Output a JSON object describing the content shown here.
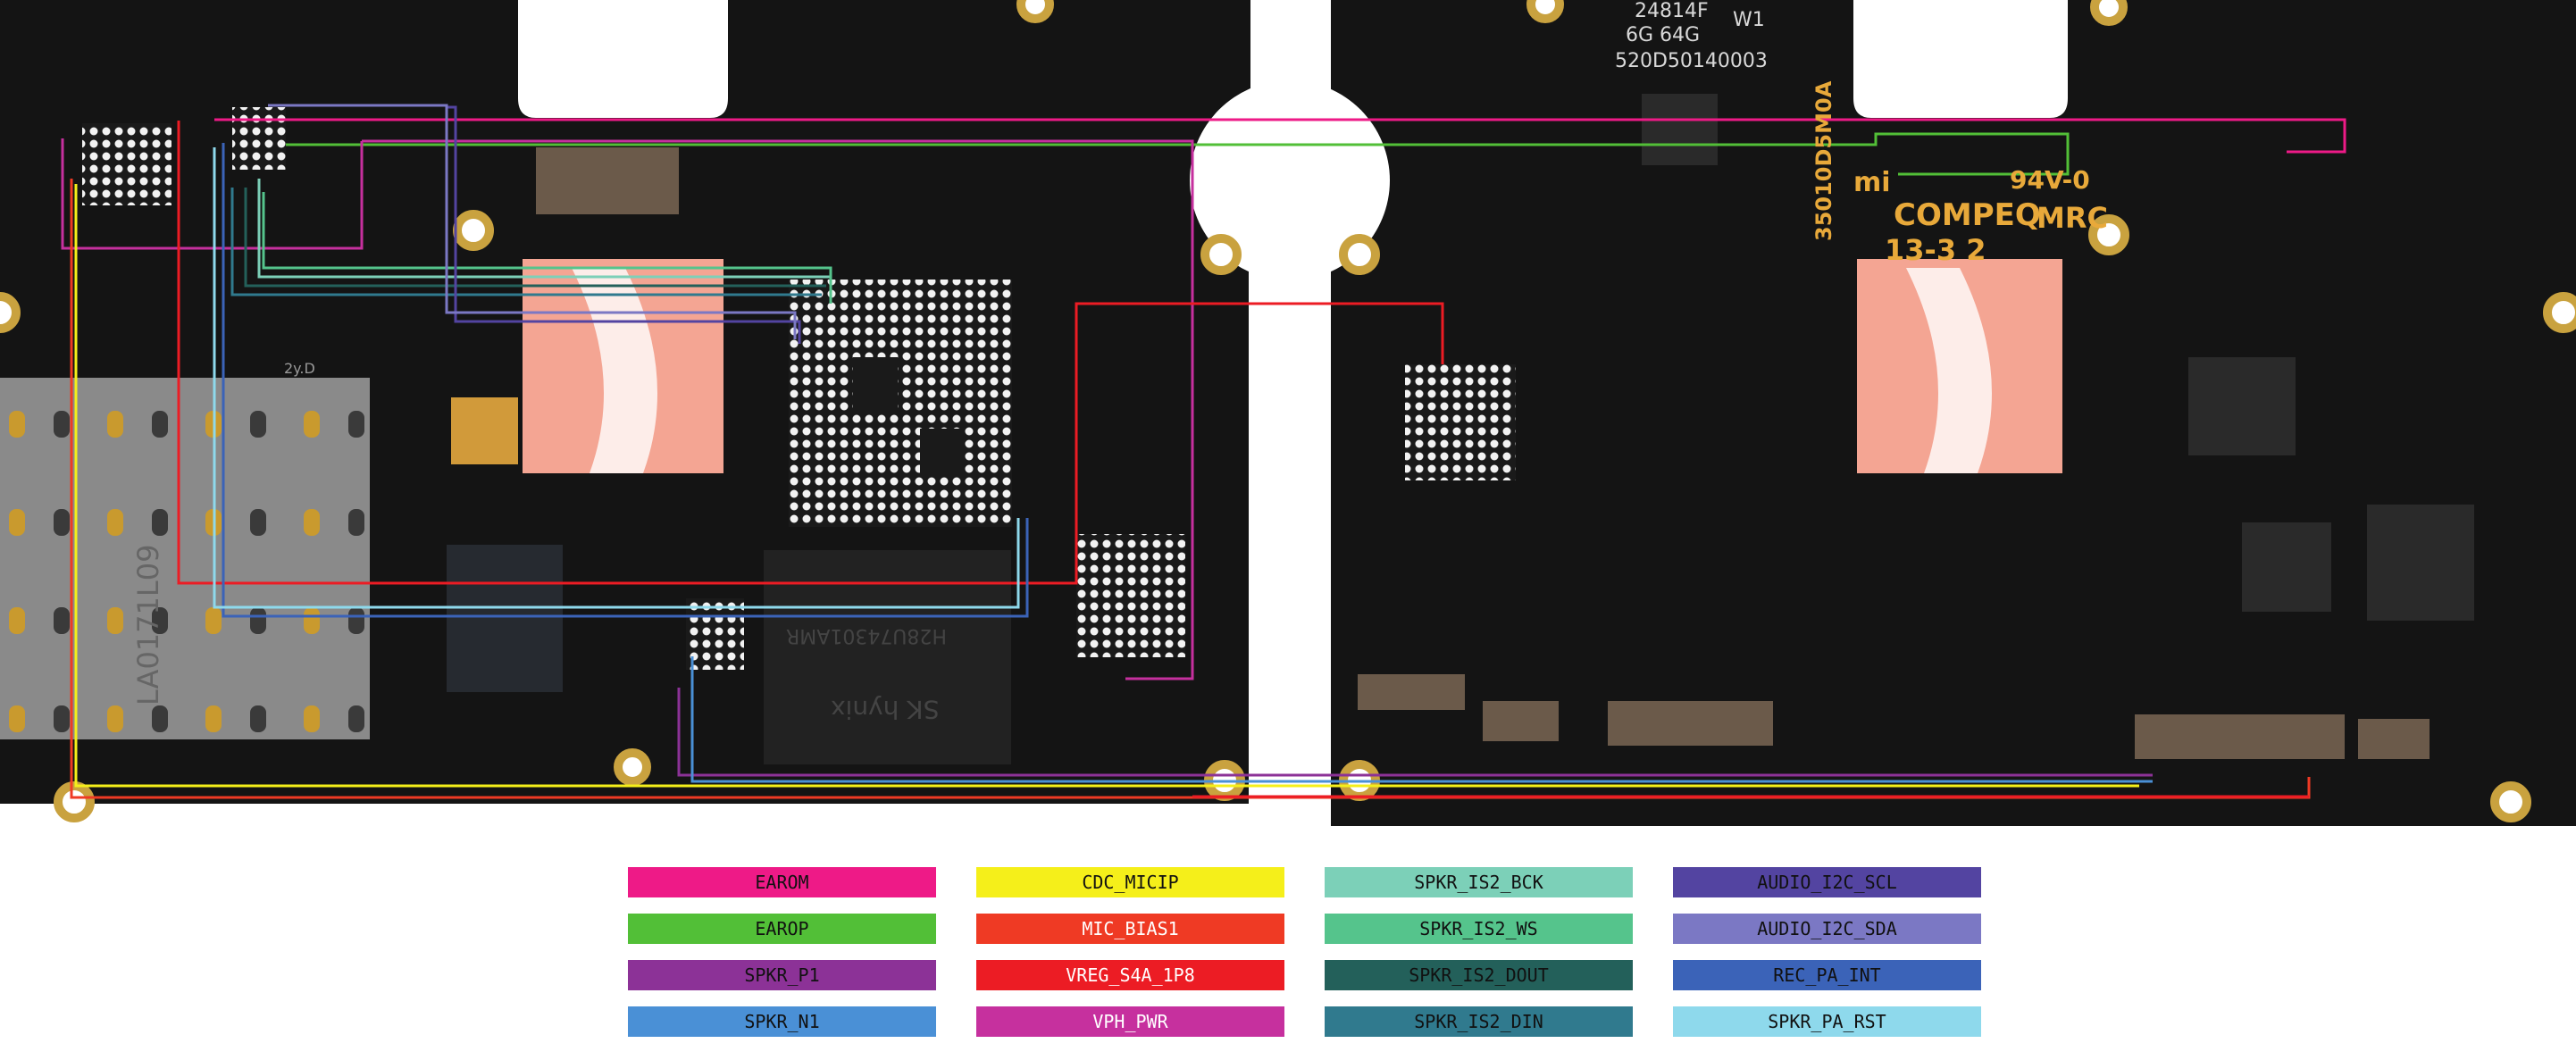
{
  "board_markings": {
    "top_label_1": "24814F",
    "top_label_2": "6G 64G",
    "top_label_3": "W1",
    "top_label_4": "520D50140003",
    "vendor": "COMPEQ",
    "mrc": "MRC",
    "rating": "94V-0",
    "date_code": "13-3  2",
    "part_number": "35010D5M0A",
    "brand": "mi",
    "sim_tray": "LA0171L09",
    "memory_brand": "SK hynix",
    "memory_part": "H28U74301AMR",
    "small_chip": "2y.D"
  },
  "legend": [
    {
      "label": "EAROM",
      "color": "#ee1a87",
      "text_light": false
    },
    {
      "label": "EAROP",
      "color": "#52bf37",
      "text_light": false
    },
    {
      "label": "SPKR_P1",
      "color": "#8c3297",
      "text_light": false
    },
    {
      "label": "SPKR_N1",
      "color": "#4a90d6",
      "text_light": false
    },
    {
      "label": "CDC_MICIP",
      "color": "#f5ef1a",
      "text_light": false
    },
    {
      "label": "MIC_BIAS1",
      "color": "#ef3a24",
      "text_light": true
    },
    {
      "label": "VREG_S4A_1P8",
      "color": "#ec1c24",
      "text_light": true
    },
    {
      "label": "VPH_PWR",
      "color": "#c6309e",
      "text_light": true
    },
    {
      "label": "SPKR_IS2_BCK",
      "color": "#7cd0b8",
      "text_light": false
    },
    {
      "label": "SPKR_IS2_WS",
      "color": "#55c48c",
      "text_light": false
    },
    {
      "label": "SPKR_IS2_DOUT",
      "color": "#23605a",
      "text_light": false
    },
    {
      "label": "SPKR_IS2_DIN",
      "color": "#307a8e",
      "text_light": false
    },
    {
      "label": "AUDIO_I2C_SCL",
      "color": "#5344a1",
      "text_light": false
    },
    {
      "label": "AUDIO_I2C_SDA",
      "color": "#7b78c4",
      "text_light": false
    },
    {
      "label": "REC_PA_INT",
      "color": "#3b63b8",
      "text_light": false
    },
    {
      "label": "SPKR_PA_RST",
      "color": "#8ed9ec",
      "text_light": false
    }
  ]
}
